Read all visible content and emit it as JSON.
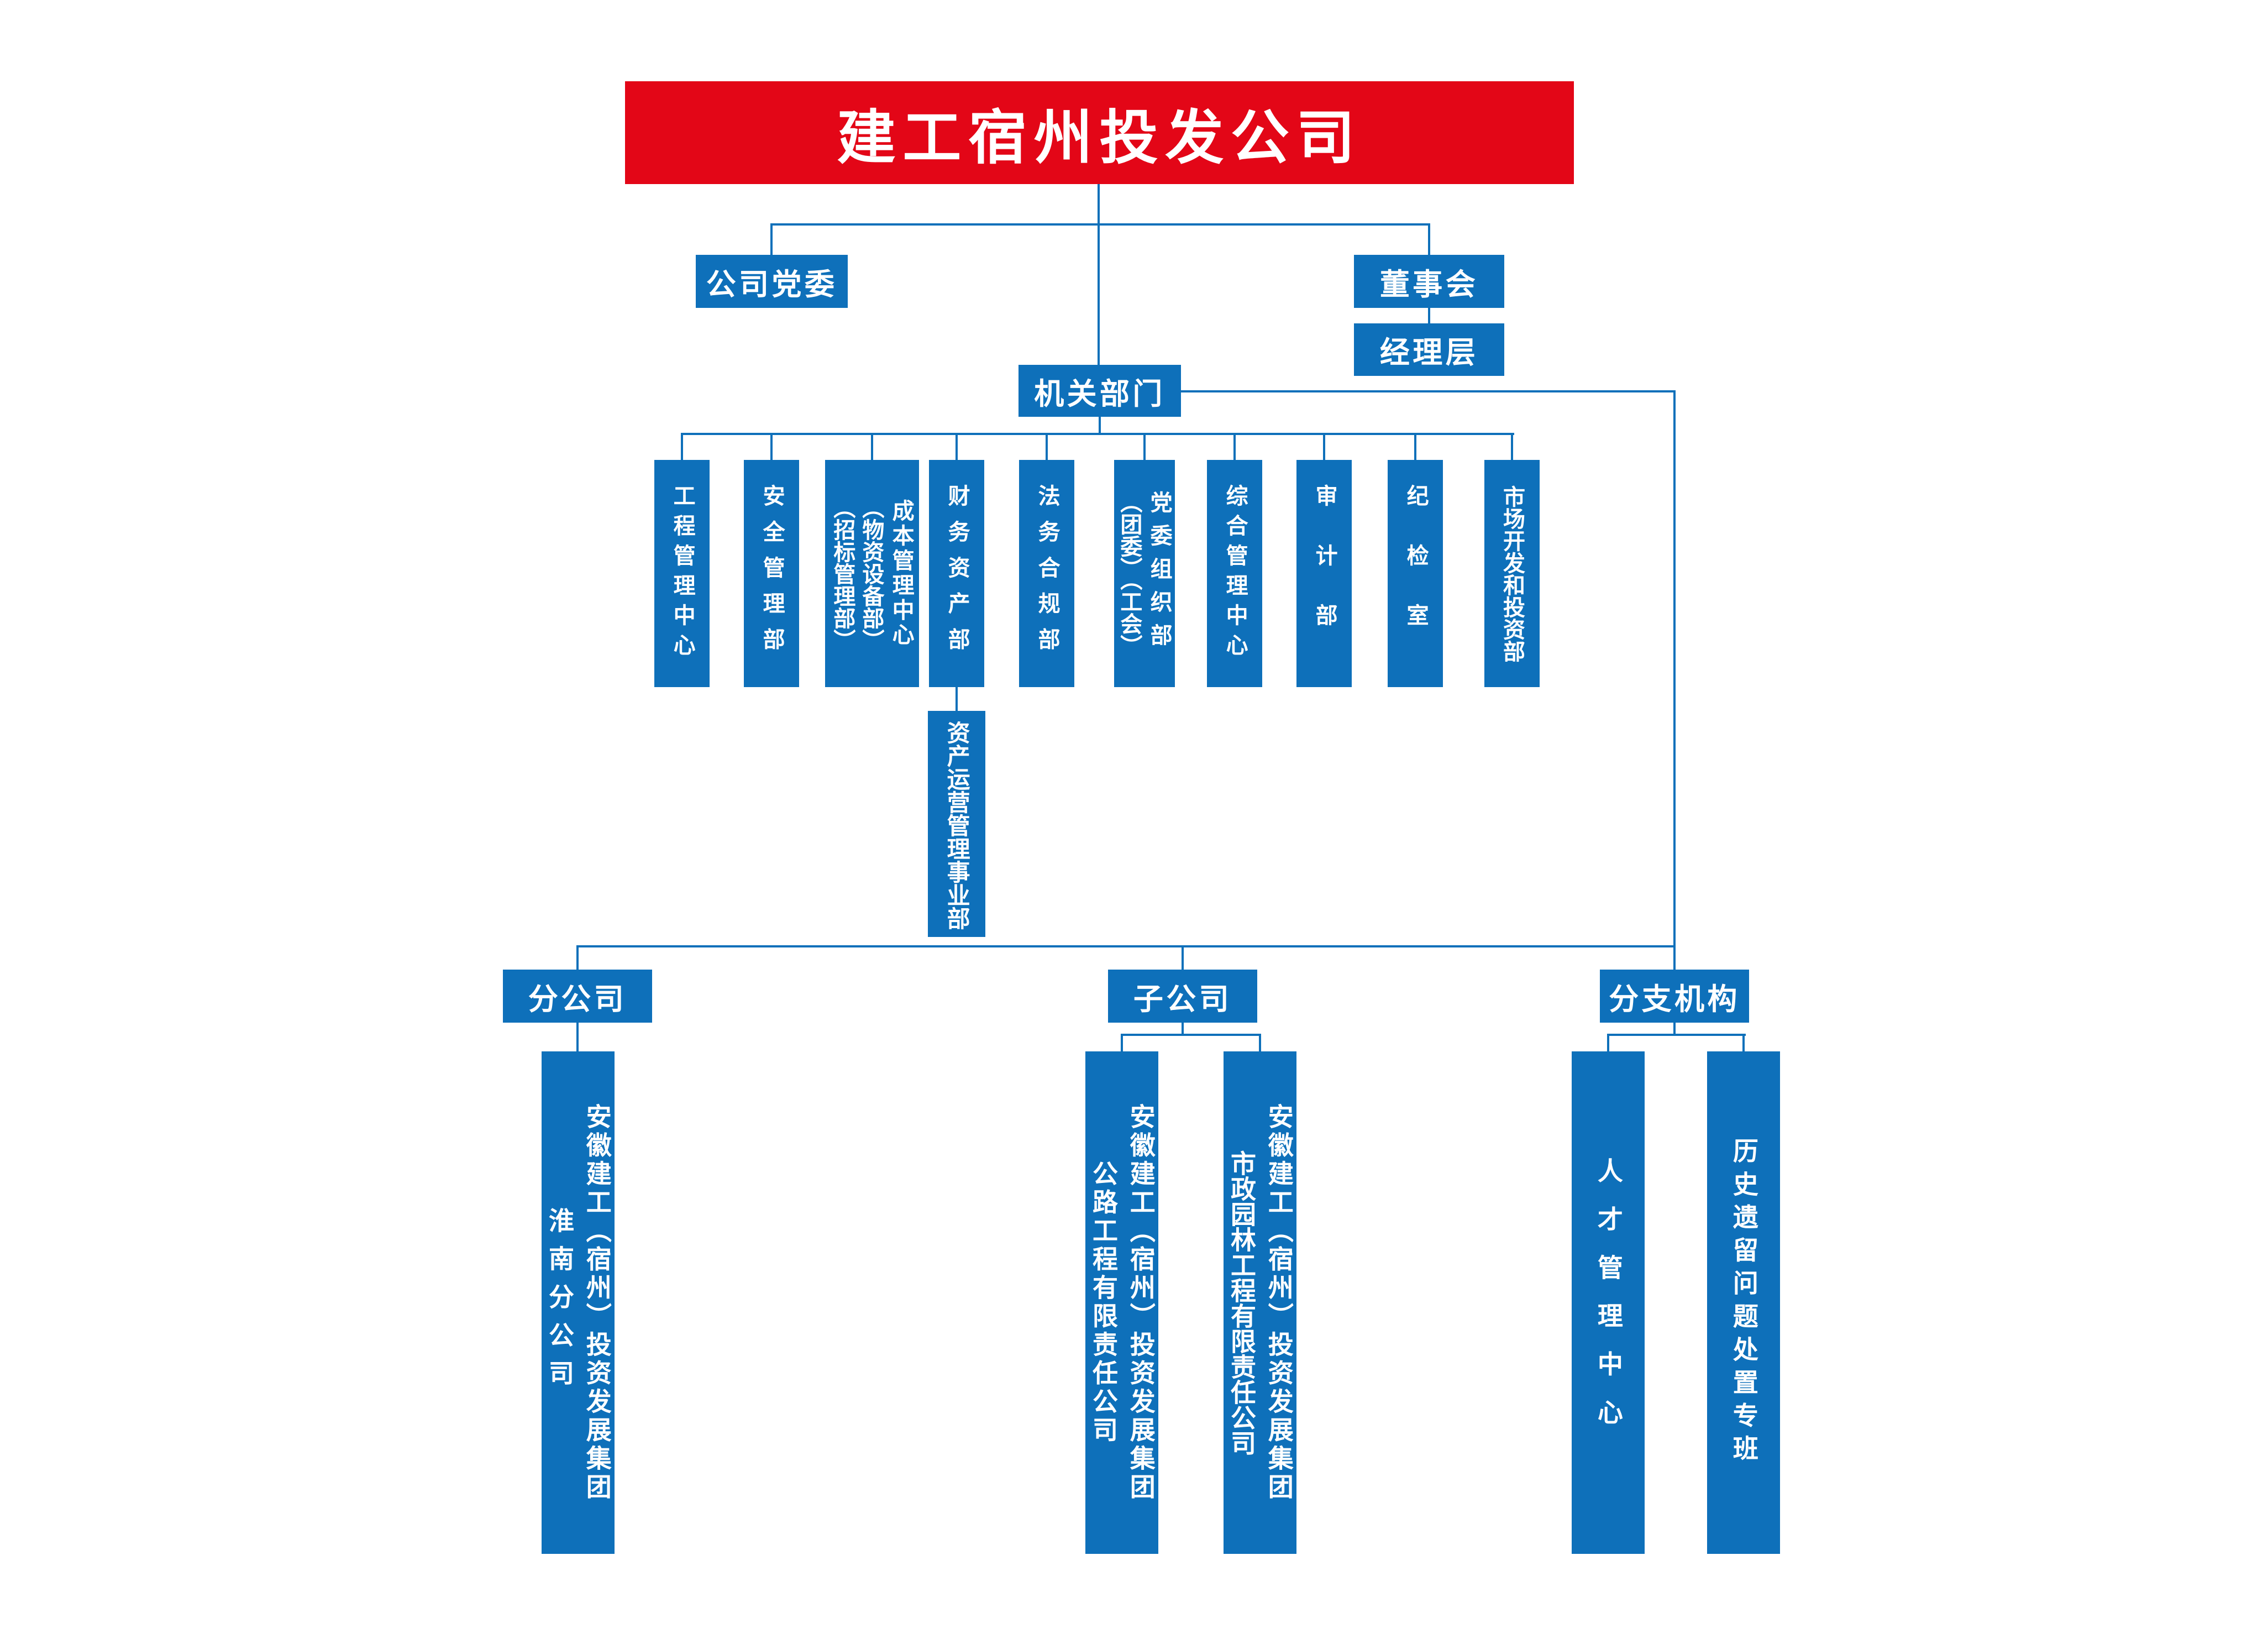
{
  "colors": {
    "box_blue": "#0e70ba",
    "banner_red": "#e30617",
    "connector_blue": "#0e70ba",
    "label_text": "#ffffff"
  },
  "root": {
    "label": "建工宿州投发公司"
  },
  "governance": {
    "party_label": "公司党委",
    "board_label": "董事会",
    "management_label": "经理层",
    "organs_label": "机关部门"
  },
  "departments": [
    {
      "columns": [
        "工程管理中心"
      ]
    },
    {
      "columns": [
        "安全管理部"
      ]
    },
    {
      "columns": [
        "成本管理中心",
        "（物资设备部）",
        "（招标管理部）"
      ]
    },
    {
      "columns": [
        "财务资产部"
      ]
    },
    {
      "columns": [
        "法务合规部"
      ]
    },
    {
      "columns": [
        "党委组织部",
        "（团委）（工会）"
      ]
    },
    {
      "columns": [
        "综合管理中心"
      ]
    },
    {
      "columns": [
        "审计部"
      ]
    },
    {
      "columns": [
        "纪检室"
      ]
    },
    {
      "columns": [
        "市场开发和投资部"
      ]
    }
  ],
  "asset_ops": {
    "label": "资产运营管理事业部"
  },
  "groups": {
    "branch_company": {
      "header": "分公司"
    },
    "subsidiaries": {
      "header": "子公司"
    },
    "branch_orgs": {
      "header": "分支机构"
    }
  },
  "companies": [
    {
      "columns": [
        "安徽建工（宿州）投资发展集团",
        "淮南分公司"
      ]
    },
    {
      "columns": [
        "安徽建工（宿州）投资发展集团",
        "公路工程有限责任公司"
      ]
    },
    {
      "columns": [
        "安徽建工（宿州）投资发展集团",
        "市政园林工程有限责任公司"
      ]
    },
    {
      "columns": [
        "人才管理中心"
      ]
    },
    {
      "columns": [
        "历史遗留问题处置专班"
      ]
    }
  ]
}
